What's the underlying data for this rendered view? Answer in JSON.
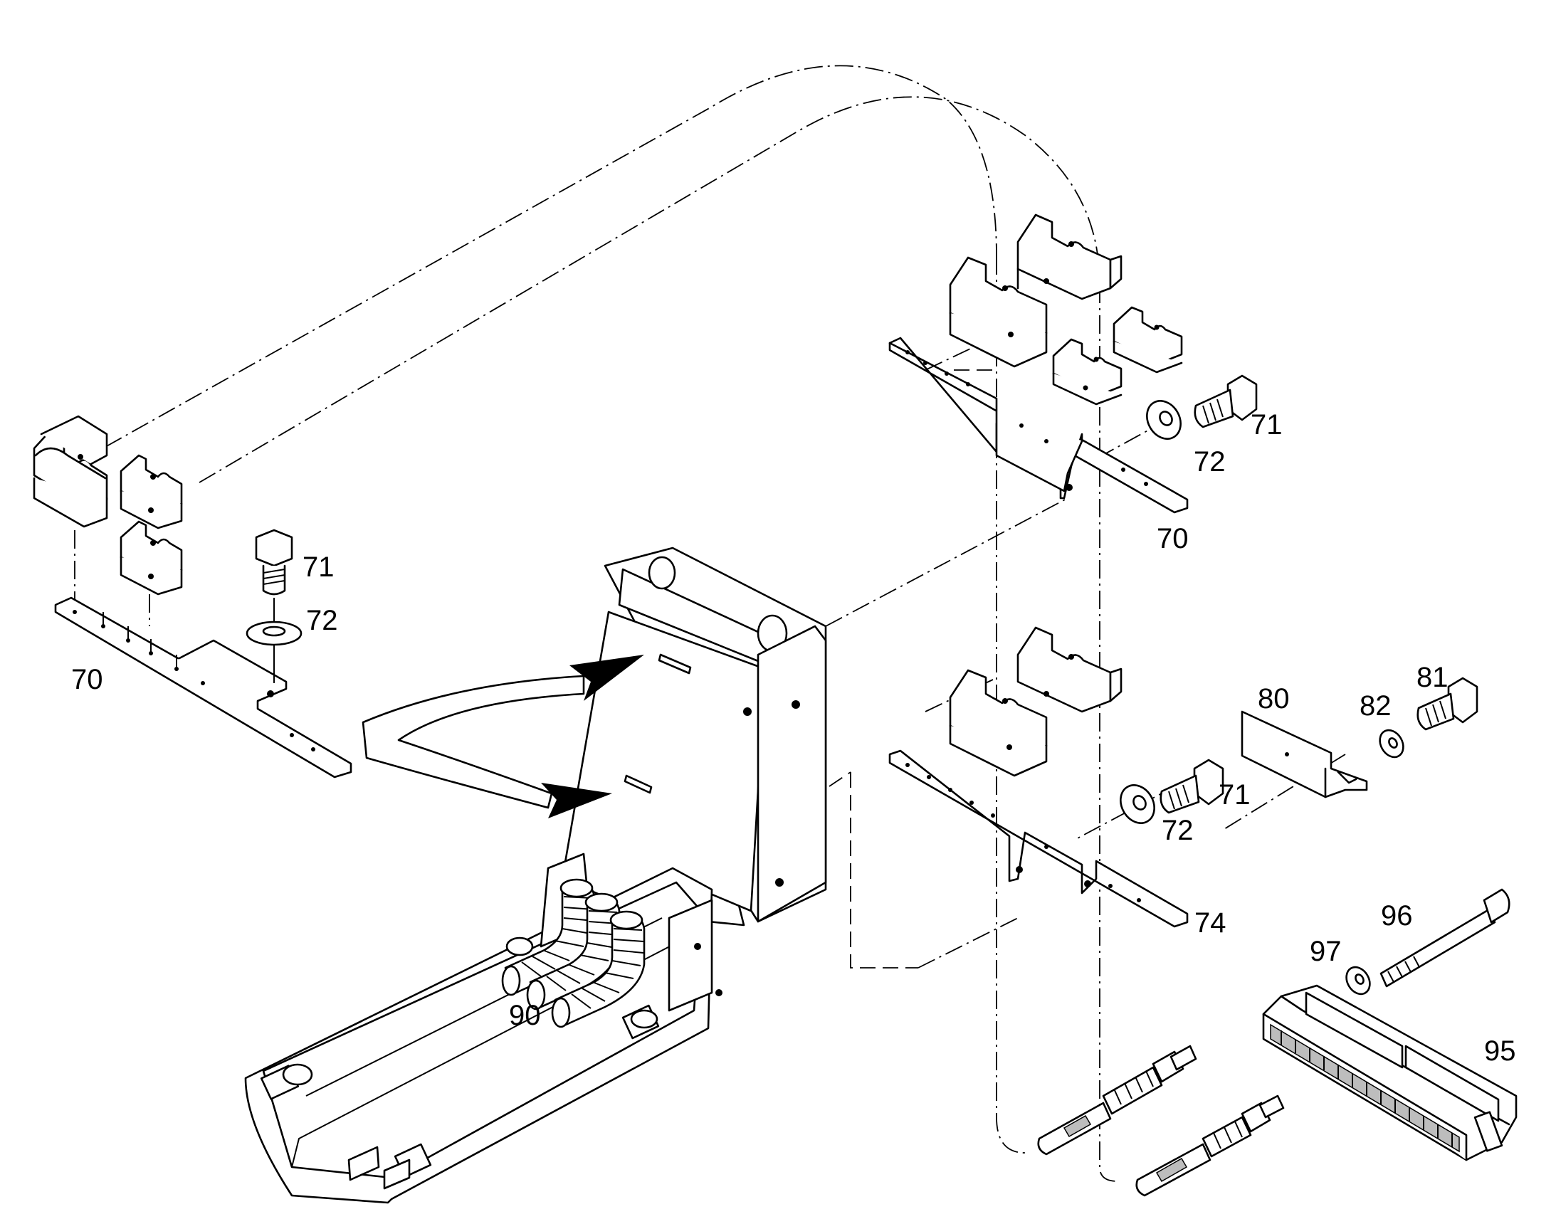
{
  "callouts": {
    "left_70": "70",
    "left_71": "71",
    "left_72": "72",
    "top_71": "71",
    "top_72": "72",
    "top_70": "70",
    "mid_80": "80",
    "mid_82": "82",
    "mid_81": "81",
    "mid_71": "71",
    "mid_72": "72",
    "mid_74": "74",
    "low_96": "96",
    "low_97": "97",
    "low_95": "95",
    "base_90": "90"
  }
}
